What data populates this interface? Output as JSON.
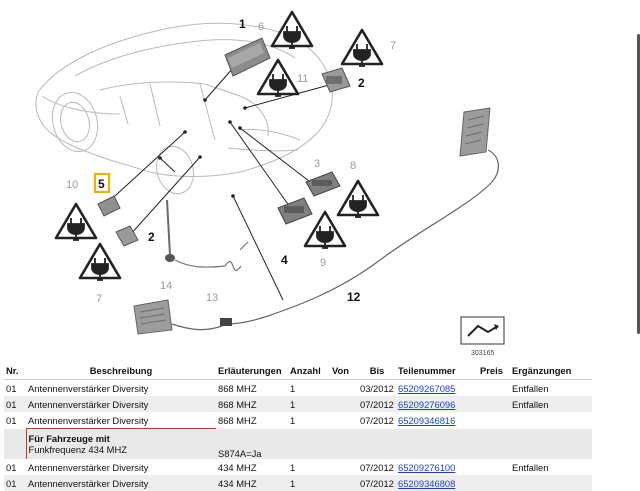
{
  "diagram": {
    "callouts": [
      "1",
      "2",
      "3",
      "4",
      "5",
      "6",
      "7",
      "8",
      "9",
      "10",
      "11",
      "12",
      "13",
      "14"
    ],
    "image_number": "303165"
  },
  "table": {
    "headers": [
      "Nr.",
      "Beschreibung",
      "Erläuterungen",
      "Anzahl",
      "Von",
      "Bis",
      "Teilenummer",
      "Preis",
      "Ergänzungen"
    ],
    "rows": [
      {
        "nr": "01",
        "beschreibung": "Antennenverstärker Diversity",
        "erlaeuterungen": "868 MHZ",
        "anzahl": "1",
        "von": "",
        "bis": "03/2012",
        "teilenummer": "65209267085",
        "preis": "",
        "ergaenzungen": "Entfallen"
      },
      {
        "nr": "01",
        "beschreibung": "Antennenverstärker Diversity",
        "erlaeuterungen": "868 MHZ",
        "anzahl": "1",
        "von": "",
        "bis": "07/2012",
        "teilenummer": "65209276096",
        "preis": "",
        "ergaenzungen": "Entfallen"
      },
      {
        "nr": "01",
        "beschreibung": "Antennenverstärker Diversity",
        "erlaeuterungen": "868 MHZ",
        "anzahl": "1",
        "von": "",
        "bis": "07/2012",
        "teilenummer": "65209346816",
        "preis": "",
        "ergaenzungen": ""
      }
    ],
    "note": {
      "title": "Für Fahrzeuge mit",
      "subtitle": "Funkfrequenz 434 MHZ",
      "value": "S874A=Ja"
    },
    "rows2": [
      {
        "nr": "01",
        "beschreibung": "Antennenverstärker Diversity",
        "erlaeuterungen": "434 MHZ",
        "anzahl": "1",
        "von": "",
        "bis": "07/2012",
        "teilenummer": "65209276100",
        "preis": "",
        "ergaenzungen": "Entfallen"
      },
      {
        "nr": "01",
        "beschreibung": "Antennenverstärker Diversity",
        "erlaeuterungen": "434 MHZ",
        "anzahl": "1",
        "von": "",
        "bis": "07/2012",
        "teilenummer": "65209346808",
        "preis": "",
        "ergaenzungen": ""
      }
    ]
  }
}
